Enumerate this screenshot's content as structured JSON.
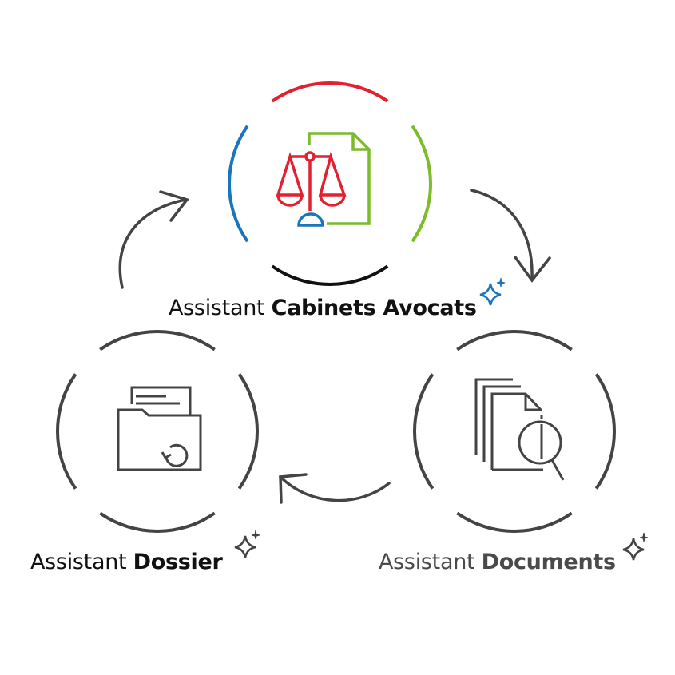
{
  "nodes": [
    {
      "prefix": "Assistant",
      "name": "Cabinets Avocats",
      "icon": "scales-document-icon",
      "sparkle_color": "#1a75bb"
    },
    {
      "prefix": "Assistant",
      "name": "Documents",
      "icon": "documents-search-icon",
      "sparkle_color": "#444444"
    },
    {
      "prefix": "Assistant",
      "name": "Dossier",
      "icon": "folder-refresh-icon",
      "sparkle_color": "#444444"
    }
  ],
  "colors": {
    "red": "#e3202f",
    "green": "#7cbb2a",
    "blue": "#1a75bb",
    "black": "#111111",
    "gray": "#444444"
  }
}
